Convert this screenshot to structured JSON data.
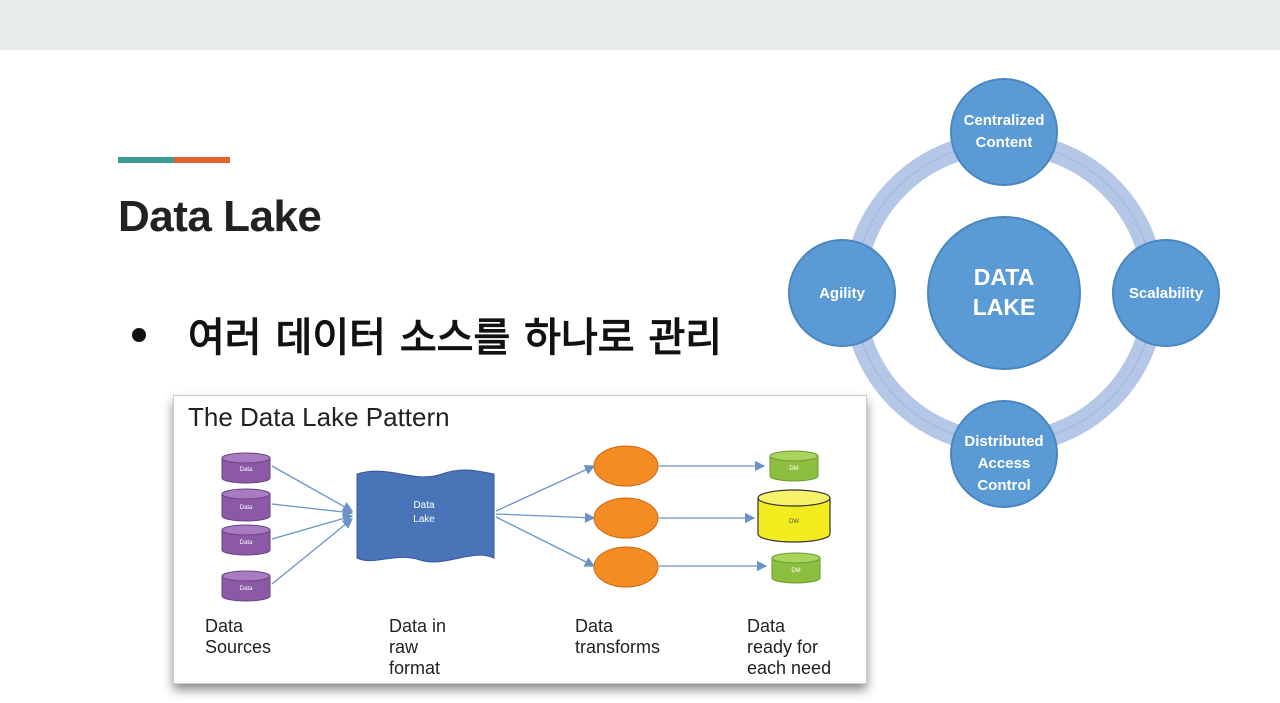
{
  "slide": {
    "title": "Data Lake",
    "bullet": "여러 데이터 소스를 하나로 관리"
  },
  "pattern_diagram": {
    "title": "The Data Lake Pattern",
    "sources": [
      "Data",
      "Data",
      "Data",
      "Data"
    ],
    "lake_label_line1": "Data",
    "lake_label_line2": "Lake",
    "marts": [
      "DM",
      "DW",
      "DM"
    ],
    "stage_labels": {
      "sources_line1": "Data",
      "sources_line2": "Sources",
      "raw_line1": "Data in",
      "raw_line2": "raw",
      "raw_line3": "format",
      "transforms_line1": "Data",
      "transforms_line2": "transforms",
      "ready_line1": "Data",
      "ready_line2": "ready for",
      "ready_line3": "each need"
    },
    "colors": {
      "source": "#8b59a6",
      "lake": "#4a74b8",
      "transform": "#f58b23",
      "mart": "#8cbf3f",
      "warehouse": "#f2ec1f",
      "arrow": "#6b93c9"
    }
  },
  "cycle_diagram": {
    "center_line1": "DATA",
    "center_line2": "LAKE",
    "top_line1": "Centralized",
    "top_line2": "Content",
    "right": "Scalability",
    "bottom_line1": "Distributed",
    "bottom_line2": "Access",
    "bottom_line3": "Control",
    "left": "Agility",
    "colors": {
      "node": "#5b9bd5",
      "ring": "#b4c7e7"
    }
  }
}
